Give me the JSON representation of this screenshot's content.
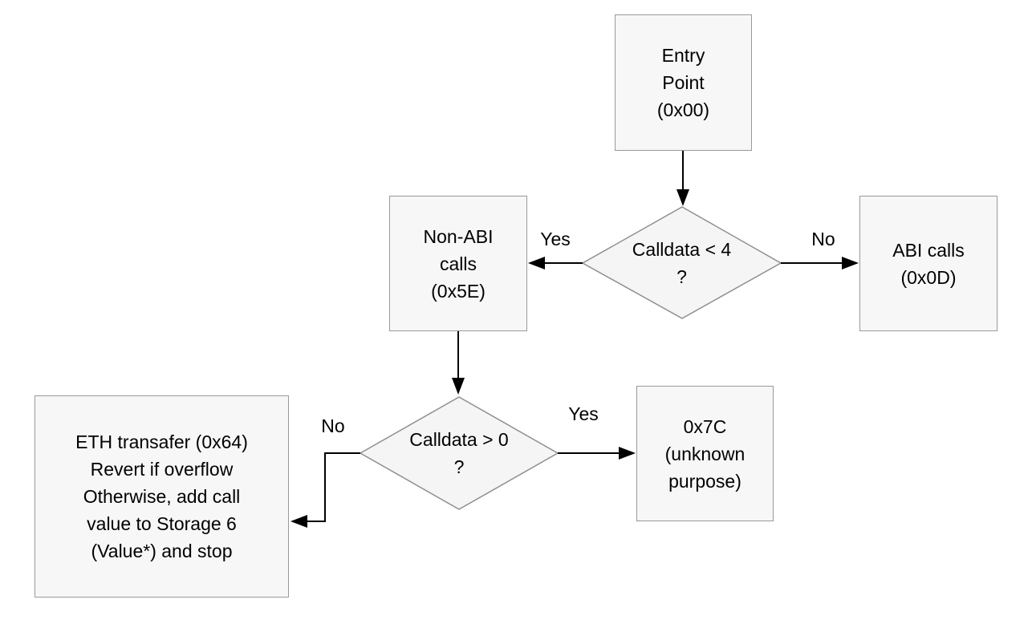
{
  "colors": {
    "background": "#ffffff",
    "node-fill": "#f7f7f7",
    "node-border": "#999999",
    "diamond-fill": "#f5f5f5",
    "diamond-border": "#8f8f8f",
    "arrow": "#000000",
    "text": "#000000"
  },
  "nodes": {
    "entry": {
      "label": "Entry\nPoint\n(0x00)"
    },
    "non_abi": {
      "label": "Non-ABI\ncalls\n(0x5E)"
    },
    "abi": {
      "label": "ABI calls\n(0x0D)"
    },
    "decision_calldata_lt_4": {
      "label": "Calldata < 4\n?"
    },
    "decision_calldata_gt_0": {
      "label": "Calldata > 0\n?"
    },
    "unknown_7c": {
      "label": "0x7C\n(unknown\npurpose)"
    },
    "eth_transfer": {
      "label": "ETH transafer (0x64)\nRevert if overflow\nOtherwise, add call\nvalue to Storage 6\n(Value*) and stop"
    }
  },
  "edge_labels": {
    "d1_yes": "Yes",
    "d1_no": "No",
    "d2_yes": "Yes",
    "d2_no": "No"
  }
}
